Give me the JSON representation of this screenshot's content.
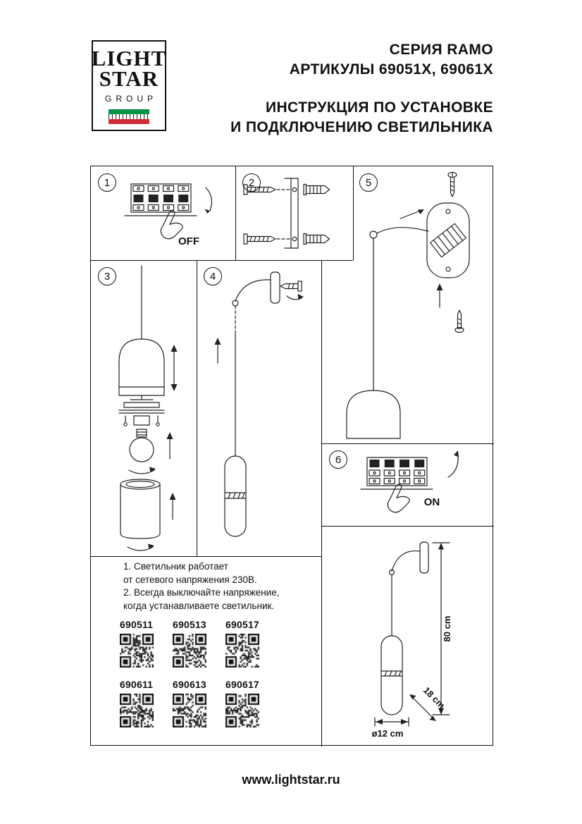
{
  "logo": {
    "word1": "LIGHT",
    "word2": "STAR",
    "word3": "GROUP"
  },
  "header": {
    "series": "СЕРИЯ RAMO",
    "articles": "АРТИКУЛЫ 69051X, 69061X",
    "instruction_line1": "ИНСТРУКЦИЯ ПО УСТАНОВКЕ",
    "instruction_line2": "И ПОДКЛЮЧЕНИЮ СВЕТИЛЬНИКА"
  },
  "steps": {
    "s1": {
      "number": "1",
      "switch_label": "OFF"
    },
    "s2": {
      "number": "2"
    },
    "s3": {
      "number": "3"
    },
    "s4": {
      "number": "4"
    },
    "s5": {
      "number": "5"
    },
    "s6": {
      "number": "6",
      "switch_label": "ON"
    }
  },
  "notes": {
    "line1": "1. Светильник работает",
    "line2": "от сетевого напряжения 230В.",
    "line3": "2. Всегда выключайте напряжение,",
    "line4": "когда устанавливаете светильник."
  },
  "products": {
    "row1": [
      {
        "code": "690511"
      },
      {
        "code": "690513"
      },
      {
        "code": "690517"
      }
    ],
    "row2": [
      {
        "code": "690611"
      },
      {
        "code": "690613"
      },
      {
        "code": "690617"
      }
    ]
  },
  "dimensions": {
    "height": "80 cm",
    "depth": "18 cm",
    "diameter": "ø12 cm"
  },
  "footer": {
    "url": "www.lightstar.ru"
  },
  "colors": {
    "flag_green": "#009246",
    "flag_red": "#ce2b37",
    "ink": "#1a1a1a"
  }
}
